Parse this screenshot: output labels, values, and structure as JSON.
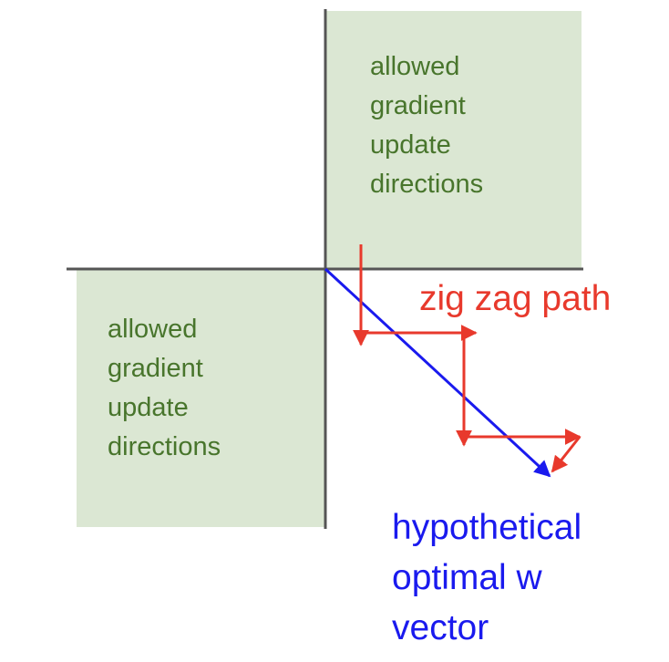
{
  "colors": {
    "region_fill": "#dbe7d3",
    "region_text": "#48752c",
    "axis": "#555555",
    "zigzag": "#e8392c",
    "optimal_vector": "#1a1aee"
  },
  "regions": {
    "upper_right": {
      "lines": [
        "allowed",
        "gradient",
        "update",
        "directions"
      ]
    },
    "lower_left": {
      "lines": [
        "allowed",
        "gradient",
        "update",
        "directions"
      ]
    }
  },
  "zigzag": {
    "label": "zig zag path"
  },
  "optimal": {
    "lines": [
      "hypothetical",
      "optimal w",
      "vector"
    ]
  }
}
